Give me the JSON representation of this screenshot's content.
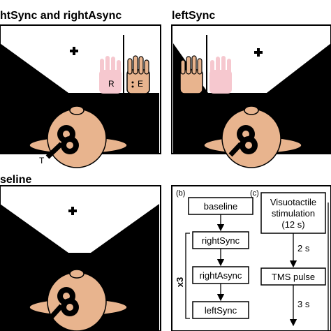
{
  "panels": {
    "top_left_title": "htSync and rightAsync",
    "top_right_title": "leftSync",
    "bottom_left_title": "seline",
    "hand_label_r": "R",
    "hand_label_e": "E",
    "tms_label": "T"
  },
  "flowchart": {
    "panel_b_label": "(b)",
    "panel_c_label": "(c)",
    "baseline": "baseline",
    "right_sync": "rightSync",
    "right_async": "rightAsync",
    "left_sync": "leftSync",
    "repeat": "x3",
    "stimulation_line1": "Visuotactile",
    "stimulation_line2": "stimulation",
    "stimulation_line3": "(12 s)",
    "delay1": "2 s",
    "tms_pulse": "TMS pulse",
    "delay2": "3 s"
  },
  "colors": {
    "skin": "#e8b48e",
    "rubber_hand": "#f6c8cf",
    "body": "#000000"
  }
}
